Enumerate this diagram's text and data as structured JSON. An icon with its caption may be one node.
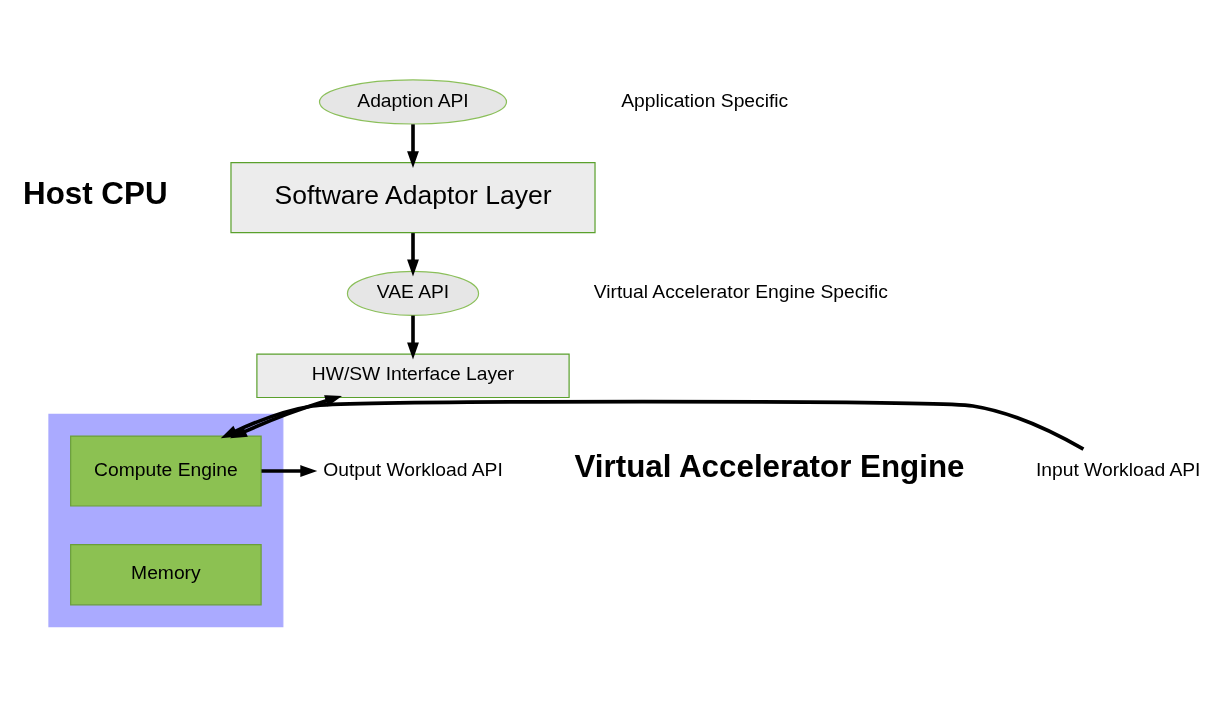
{
  "diagram": {
    "nodes": [
      {
        "text": [
          "Adaption API"
        ]
      },
      {
        "text": [
          "Software Adaptor Layer"
        ]
      },
      {
        "text": [
          "VAE API"
        ]
      },
      {
        "text": [
          "HW/SW Interface Layer"
        ]
      },
      {
        "text": [],
        "shape": "box"
      },
      {
        "text": [
          "Compute Engine"
        ],
        "in": 4
      },
      {
        "text": [
          "Memory"
        ],
        "in": 4
      },
      {
        "text": [
          "Input Workload API"
        ]
      },
      {
        "text": [
          "Output Workload API"
        ]
      }
    ],
    "edges": [
      {
        "from": 0,
        "to": 1,
        "arrow": "to"
      },
      {
        "from": 1,
        "to": 2,
        "arrow": "to"
      },
      {
        "from": 2,
        "to": 3,
        "arrow": "to"
      },
      {
        "from": 3,
        "to": 5,
        "arrow": "both"
      },
      {
        "from": 7,
        "to": 5,
        "arrow": "to"
      },
      {
        "from": 5,
        "to": 8,
        "arrow": "to"
      }
    ],
    "labels": [
      "Application Specific",
      "Host CPU",
      "Virtual Accelerator Engine Specific",
      "Virtual Accelerator Engine"
    ]
  }
}
